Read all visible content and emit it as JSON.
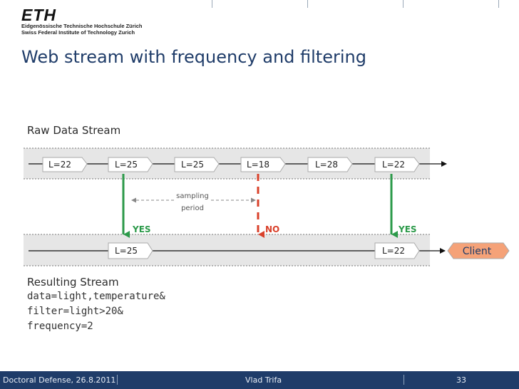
{
  "header": {
    "logo": "ETH",
    "institution_de": "Eidgenössische Technische Hochschule Zürich",
    "institution_en": "Swiss Federal Institute of Technology Zurich"
  },
  "slide": {
    "title": "Web stream with frequency and filtering"
  },
  "diagram": {
    "raw_label": "Raw Data Stream",
    "raw_packets": [
      "L=22",
      "L=25",
      "L=25",
      "L=18",
      "L=28",
      "L=22"
    ],
    "result_packets": [
      "L=25",
      "L=22"
    ],
    "sampling_label": [
      "sampling",
      "period"
    ],
    "decisions": [
      "YES",
      "NO",
      "YES"
    ],
    "client_label": "Client",
    "result_label": "Resulting Stream",
    "request_lines": [
      "data=light,temperature&",
      "filter=light>20&",
      "frequency=2"
    ],
    "colors": {
      "accent": "#1f3c69",
      "yes": "#2c9a4a",
      "no": "#d9412b",
      "band": "#e6e6e6",
      "client": "#f5a278"
    }
  },
  "footer": {
    "left": "Doctoral Defense, 26.8.2011",
    "center": "Vlad Trifa",
    "page": "33"
  }
}
